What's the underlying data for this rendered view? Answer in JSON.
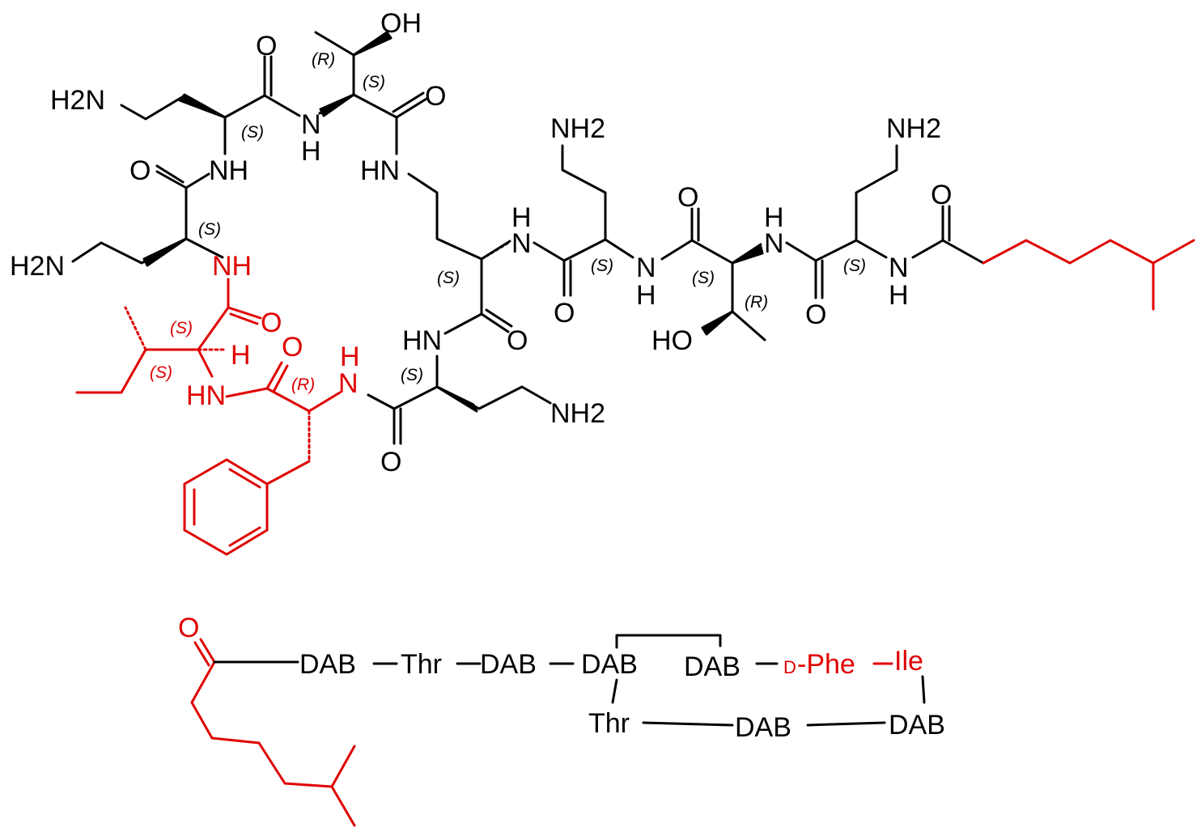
{
  "colors": {
    "main": "#000000",
    "highlight": "#e00000"
  },
  "structure": {
    "atoms": {
      "oh_top": "OH",
      "h2n_1": "H2N",
      "h2n_2": "H2N",
      "nh2_side1": "NH2",
      "nh2_side2": "NH2",
      "nh2_bottom": "NH2",
      "ho_bottom": "HO",
      "nh_a": "NH",
      "nh_b": "NH",
      "hn_c": "HN",
      "hn_d": "HN",
      "hn_red": "HN",
      "nh_red": "NH",
      "n_b": "N",
      "n_e": "N",
      "n_f": "N",
      "n_g": "N",
      "n_h": "N",
      "h": "H",
      "o": "O"
    },
    "stereo": {
      "s": "(S)",
      "r": "(R)"
    }
  },
  "sequence": {
    "carbonyl_o": "O",
    "dab": "DAB",
    "thr": "Thr",
    "d_prefix": "D",
    "phe": "-Phe",
    "ile": "Ile"
  }
}
